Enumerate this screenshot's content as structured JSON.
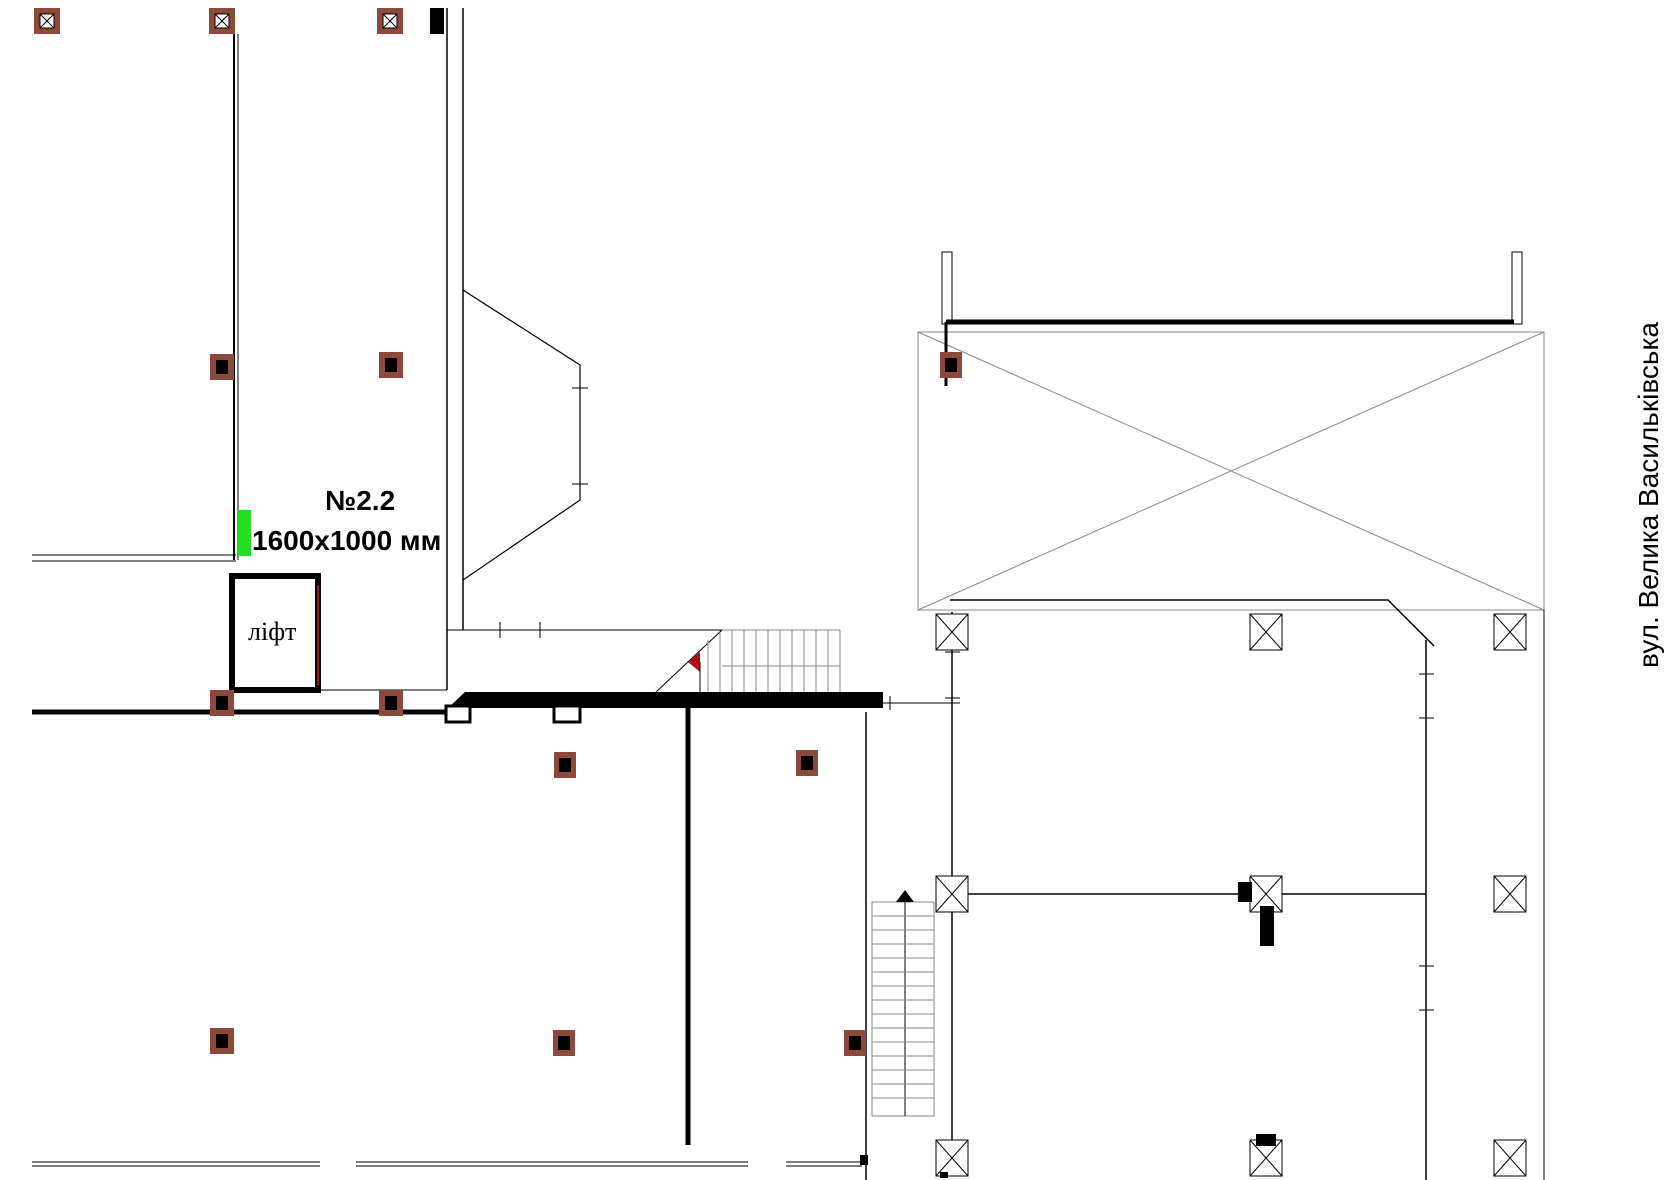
{
  "placement": {
    "number": "№2.2",
    "size": "1600x1000 мм",
    "marker_color": "#22dd22"
  },
  "rooms": {
    "lift": "ліфт"
  },
  "street": {
    "name": "вул. Велика Васильківська"
  },
  "colors": {
    "column_fill": "#8b4a3c",
    "column_core": "#000000",
    "wall": "#000000",
    "stair_arrow": "#aa1111"
  }
}
